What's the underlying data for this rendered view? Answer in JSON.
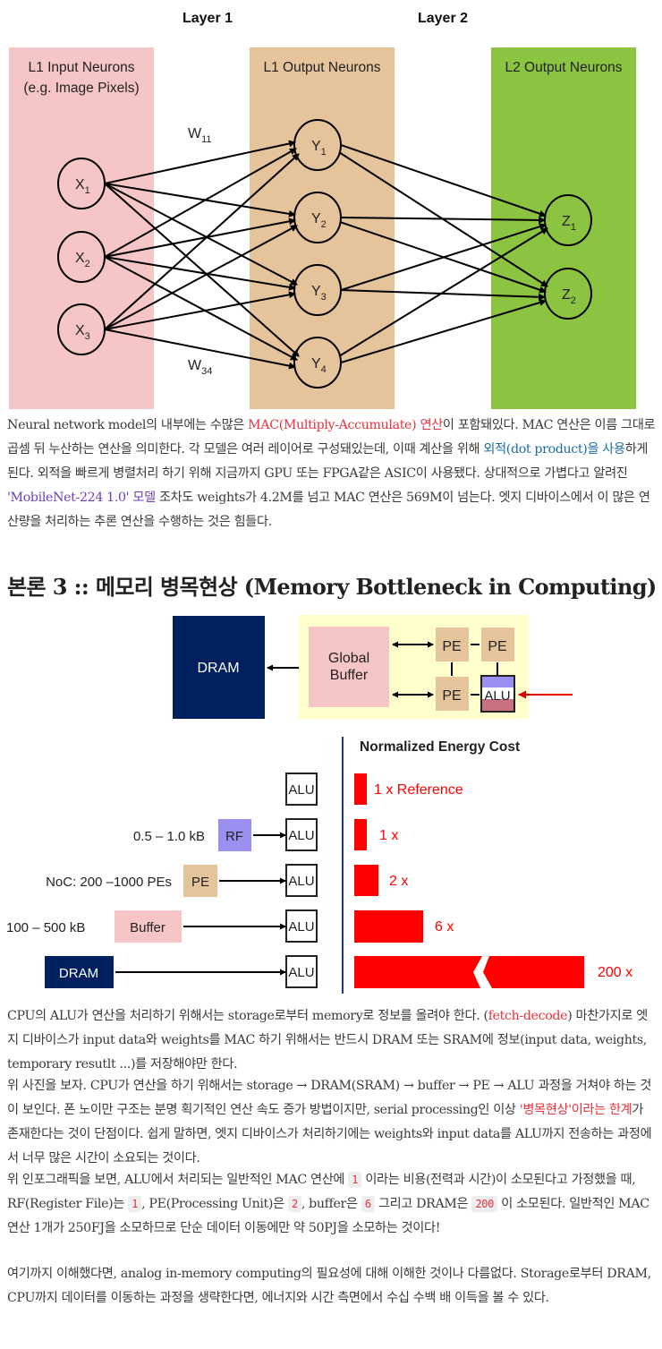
{
  "figure1": {
    "layer_labels": [
      "Layer 1",
      "Layer 2"
    ],
    "columns": [
      {
        "title_lines": [
          "L1 Input Neurons",
          "(e.g. Image Pixels)"
        ],
        "color": "#f6c6c7"
      },
      {
        "title_lines": [
          "L1 Output Neurons"
        ],
        "color": "#e5c39b"
      },
      {
        "title_lines": [
          "L2 Output Neurons"
        ],
        "color": "#8bc441"
      }
    ],
    "input_neurons": [
      {
        "base": "X",
        "sub": "1"
      },
      {
        "base": "X",
        "sub": "2"
      },
      {
        "base": "X",
        "sub": "3"
      }
    ],
    "hidden_neurons": [
      {
        "base": "Y",
        "sub": "1"
      },
      {
        "base": "Y",
        "sub": "2"
      },
      {
        "base": "Y",
        "sub": "3"
      },
      {
        "base": "Y",
        "sub": "4"
      }
    ],
    "output_neurons": [
      {
        "base": "Z",
        "sub": "1"
      },
      {
        "base": "Z",
        "sub": "2"
      }
    ],
    "weight_labels": [
      {
        "base": "W",
        "sub": "11"
      },
      {
        "base": "W",
        "sub": "34"
      }
    ]
  },
  "paragraph1": {
    "t1": "Neural network model의 내부에는 수많은 ",
    "link1": "MAC(Multiply-Accumulate) 연산",
    "t2": "이 포함돼있다. MAC 연산은 이름 그대로 곱셈 뒤 누산하는 연산을 의미한다. 각 모델은 여러 레이어로 구성돼있는데, 이때 계산을 위해 ",
    "link2": "외적(dot product)을 사용",
    "t3": "하게 된다. 외적을 빠르게 병렬처리 하기 위해 지금까지 GPU 또는 FPGA같은 ASIC이 사용됐다. 상대적으로 가볍다고 알려진 ",
    "link3": "'MobileNet-224 1.0' 모델",
    "t4": " 조차도 weights가 4.2M를 넘고 MAC 연산은 569M이 넘는다. 엣지 디바이스에서 이 많은 연산량을 처리하는 추론 연산을 수행하는 것은 힘들다."
  },
  "section_heading": "본론 3 :: 메모리 병목현상 (Memory Bottleneck in Computing)",
  "figure2": {
    "dram_label": "DRAM",
    "global_buffer_lines": [
      "Global",
      "Buffer"
    ],
    "pe_label": "PE",
    "alu_label": "ALU",
    "colors": {
      "dram": "#002060",
      "chip_bg": "#ffffcc",
      "buffer": "#f6c6c7",
      "pe": "#e5c39b",
      "alu_top": "#9b8ff0",
      "alu_bottom": "#c9707e",
      "arrow": "#e00000"
    }
  },
  "chart_data": {
    "type": "bar",
    "title": "Normalized Energy Cost",
    "orientation": "horizontal",
    "categories": [
      "ALU",
      "RF → ALU",
      "PE → ALU",
      "Buffer → ALU",
      "DRAM → ALU"
    ],
    "values": [
      1,
      1,
      2,
      6,
      200
    ],
    "value_labels": [
      "1 x Reference",
      "1 x",
      "2 x",
      "6 x",
      "200 x"
    ],
    "row_annotations": [
      "",
      "0.5 – 1.0 kB",
      "NoC: 200 –1000 PEs",
      "100 – 500 kB",
      ""
    ],
    "source_boxes": [
      "",
      "RF",
      "PE",
      "Buffer",
      "DRAM"
    ],
    "target_box": "ALU",
    "bar_color": "#ff0000",
    "axis_break_on_last_bar": true
  },
  "paragraph2": {
    "t1": "CPU의 ALU가 연산을 처리하기 위해서는 storage로부터 memory로 정보를 올려야 한다. (",
    "link1": "fetch-decode",
    "t2": ") 마찬가지로 엣지 디바이스가 input data와 weights를 MAC 하기 위해서는 반드시 DRAM 또는 SRAM에 정보(input data, weights, temporary resutlt ...)를 저장해야만 한다."
  },
  "paragraph3": {
    "t1": "위 사진을 보자. CPU가 연산을 하기 위해서는 storage → DRAM(SRAM) → buffer → PE → ALU 과정을 거쳐야 하는 것이 보인다. 폰 노이만 구조는 분명 획기적인 연산 속도 증가 방법이지만, serial processing인 이상 ",
    "link1": "'병목현상'이라는 한계",
    "t2": "가 존재한다는 것이 단점이다. 쉽게 말하면, 엣지 디바이스가 처리하기에는 weights와 input data를 ALU까지 전송하는 과정에서 너무 많은 시간이 소요되는 것이다."
  },
  "paragraph4": {
    "t1": "위 인포그래픽을 보면, ALU에서 처리되는 일반적인 MAC 연산에 ",
    "c1": "1",
    "t2": " 이라는 비용(전력과 시간)이 소모된다고 가정했을 때, RF(Register File)는 ",
    "c2": "1",
    "t3": ", PE(Processing Unit)은 ",
    "c3": "2",
    "t4": ", buffer은 ",
    "c4": "6",
    "t5": " 그리고 DRAM은 ",
    "c5": "200",
    "t6": " 이 소모된다. 일반적인 MAC 연산 1개가 250FJ을 소모하므로 단순 데이터 이동에만 약 50PJ을 소모하는 것이다!"
  },
  "paragraph5": {
    "text": "여기까지 이해했다면, analog in-memory computing의 필요성에 대해 이해한 것이나 다름없다. Storage로부터 DRAM, CPU까지 데이터를 이동하는 과정을 생략한다면, 에너지와 시간 측면에서 수십 수백 배 이득을 볼 수 있다."
  }
}
